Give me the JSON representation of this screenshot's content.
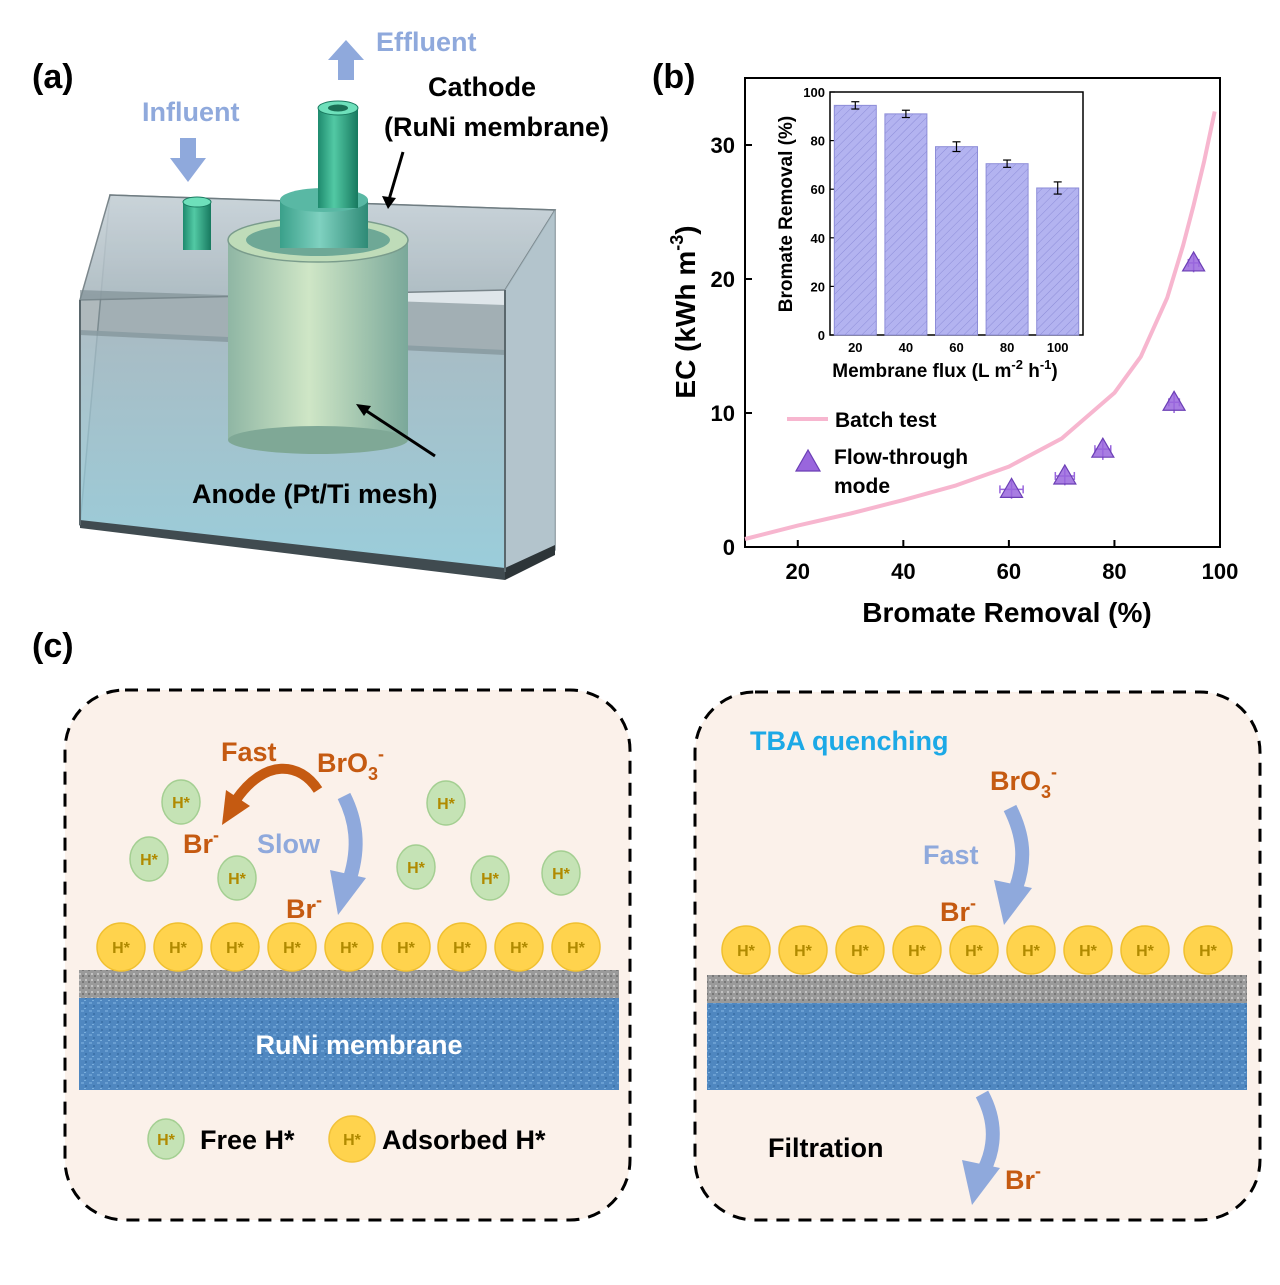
{
  "panel_a": {
    "label": "(a)",
    "effluent": "Effluent",
    "influent": "Influent",
    "cathode_line1": "Cathode",
    "cathode_line2": "(RuNi membrane)",
    "anode": "Anode (Pt/Ti mesh)"
  },
  "panel_b": {
    "label": "(b)"
  },
  "panel_c": {
    "label": "(c)",
    "left": {
      "fast": "Fast",
      "slow": "Slow",
      "bro3": "BrO",
      "bro3_sub": "3",
      "bro3_sup": "-",
      "br": "Br",
      "br_sup": "-",
      "membrane": "RuNi membrane",
      "h": "H*",
      "legend_free": "Free H*",
      "legend_adsorbed": "Adsorbed H*"
    },
    "right": {
      "tba": "TBA quenching",
      "fast": "Fast",
      "bro3": "BrO",
      "bro3_sub": "3",
      "bro3_sup": "-",
      "br": "Br",
      "br_sup": "-",
      "filtration": "Filtration",
      "h": "H*"
    }
  },
  "colors": {
    "orange": "#c55a11",
    "blue_light": "#8fa9dc",
    "cyan": "#1ca9e6",
    "pink": "#f7b6cf",
    "purple": "#9966dd",
    "bar": "#b3b3f0",
    "free_h": "#c5e3b5",
    "ads_h": "#ffd34d",
    "box_bg": "#fbf1ea",
    "membrane": "#4f87c0"
  },
  "chart_data": [
    {
      "type": "scatter",
      "xlabel": "Bromate Removal (%)",
      "ylabel": "EC (kWh m-3)",
      "xlim": [
        10,
        100
      ],
      "ylim": [
        0,
        35
      ],
      "xticks": [
        20,
        40,
        60,
        80,
        100
      ],
      "yticks": [
        0,
        10,
        20,
        30
      ],
      "series": [
        {
          "name": "Batch test",
          "kind": "line",
          "x": [
            10,
            20,
            30,
            40,
            50,
            60,
            70,
            80,
            85,
            90,
            93,
            95,
            97,
            99
          ],
          "y": [
            0.6,
            1.6,
            2.5,
            3.5,
            4.6,
            6.0,
            8.1,
            11.5,
            14.2,
            18.6,
            22.5,
            25.5,
            28.8,
            32.5
          ]
        },
        {
          "name": "Flow-through mode",
          "kind": "triangle",
          "x": [
            60.5,
            70.6,
            77.8,
            91.3,
            95.0
          ],
          "y": [
            4.3,
            5.3,
            7.3,
            10.8,
            21.2
          ],
          "xerr": [
            2.2,
            1.8,
            1.5,
            1.0,
            1.0
          ],
          "yerr": [
            0.7,
            0.7,
            0.8,
            0.8,
            0.7
          ]
        }
      ]
    },
    {
      "type": "bar",
      "xlabel": "Membrane flux (L m-2 h-1)",
      "ylabel": "Bromate Removal (%)",
      "categories": [
        "20",
        "40",
        "60",
        "80",
        "100"
      ],
      "values": [
        94.5,
        91,
        77.5,
        70.5,
        60.5
      ],
      "errors": [
        1.5,
        1.5,
        2.0,
        1.5,
        2.5
      ],
      "ylim": [
        0,
        100
      ],
      "yticks": [
        0,
        20,
        40,
        60,
        80,
        100
      ]
    }
  ]
}
